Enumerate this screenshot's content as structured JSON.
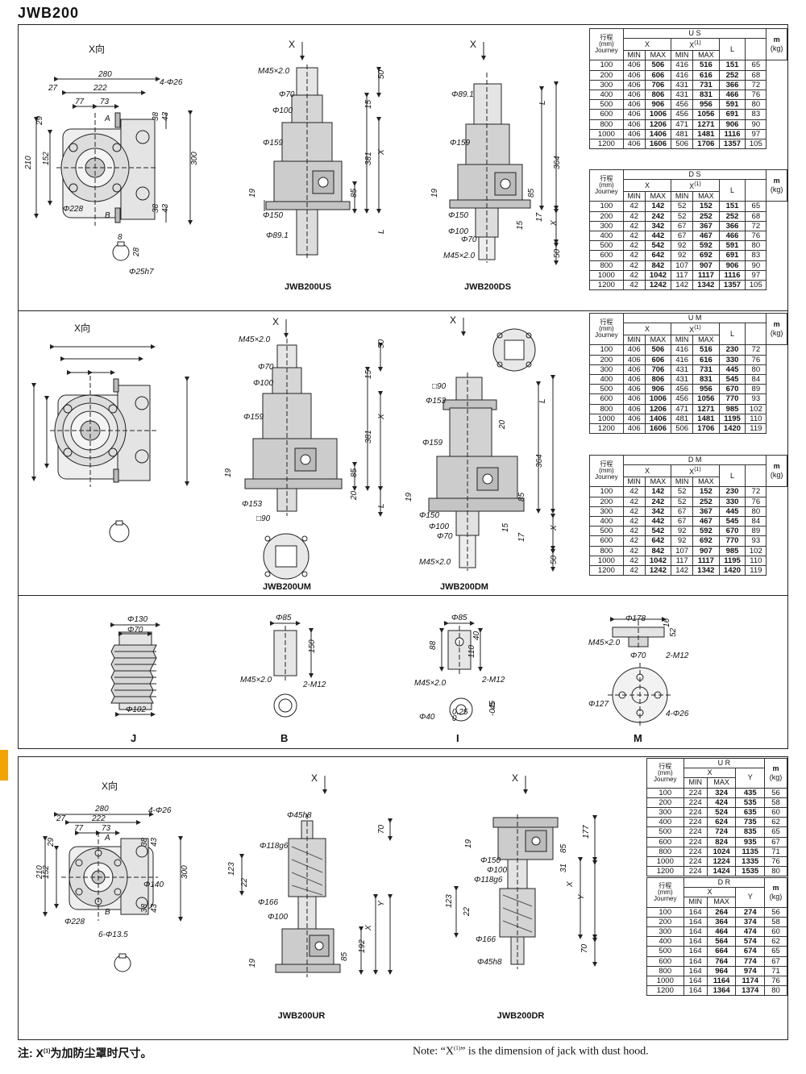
{
  "page_title": "JWB200",
  "labels": {
    "x_dir": "X向",
    "x_arrow": "X",
    "models": {
      "us": "JWB200US",
      "ds": "JWB200DS",
      "um": "JWB200UM",
      "dm": "JWB200DM",
      "ur": "JWB200UR",
      "dr": "JWB200DR"
    },
    "accessories": [
      "J",
      "B",
      "I",
      "M"
    ]
  },
  "dims": {
    "top_view": [
      "280",
      "222",
      "27",
      "77",
      "73",
      "4-Φ26",
      "29",
      "152",
      "210",
      "38",
      "43",
      "300",
      "38",
      "43",
      "A",
      "B",
      "Φ228"
    ],
    "key": [
      "8",
      "28",
      "Φ25h7"
    ],
    "us": [
      "M45×2.0",
      "50",
      "Φ70",
      "15",
      "Φ100",
      "Φ159",
      "X",
      "381",
      "19",
      "85",
      "Φ150",
      "L",
      "Φ89.1"
    ],
    "ds": [
      "L",
      "Φ89.1",
      "Φ159",
      "364",
      "19",
      "85",
      "Φ150",
      "Φ100",
      "15",
      "17",
      "Φ70",
      "X",
      "M45×2.0",
      "50"
    ],
    "um": [
      "M45×2.0",
      "50",
      "Φ70",
      "15",
      "Φ100",
      "Φ159",
      "381",
      "X",
      "19",
      "85",
      "20",
      "Φ153",
      "L",
      "□90"
    ],
    "dm": [
      "□90",
      "Φ153",
      "L",
      "20",
      "Φ159",
      "364",
      "19",
      "85",
      "Φ150",
      "Φ100",
      "15",
      "17",
      "Φ70",
      "X",
      "M45×2.0",
      "50"
    ],
    "ur_top": [
      "280",
      "222",
      "27",
      "77",
      "73",
      "4-Φ26",
      "29",
      "152",
      "210",
      "38",
      "43",
      "300",
      "38",
      "43",
      "Φ140",
      "Φ228",
      "6-Φ13.5",
      "A",
      "B"
    ],
    "ur": [
      "Φ45h8",
      "70",
      "Φ118g6",
      "123",
      "22",
      "Φ166",
      "Φ100",
      "Y",
      "X",
      "192",
      "19",
      "85"
    ],
    "dr": [
      "19",
      "85",
      "177",
      "Φ150",
      "Φ100",
      "Φ118g6",
      "31",
      "X",
      "Y",
      "123",
      "22",
      "Φ166",
      "Φ45h8",
      "70"
    ],
    "acc_j": [
      "Φ130",
      "Φ70",
      "Φ102"
    ],
    "acc_b": [
      "Φ85",
      "150",
      "M45×2.0",
      "2-M12"
    ],
    "acc_i": [
      "Φ85",
      "88",
      "40",
      "110",
      "M45×2.0",
      "2-M12",
      "Φ40",
      "0.25",
      "0",
      "45",
      "-0.5"
    ],
    "acc_m": [
      "Φ178",
      "16",
      "52",
      "M45×2.0",
      "Φ70",
      "2-M12",
      "Φ127",
      "4-Φ26"
    ]
  },
  "table_headers": {
    "stroke_cn": "行程",
    "stroke_unit": "(mm)",
    "stroke_en": "Journey",
    "x": "X",
    "x1": "X",
    "x1_sup": "(1)",
    "min": "MIN",
    "max": "MAX",
    "l": "L",
    "y": "Y",
    "m": "m",
    "kg": "(kg)"
  },
  "tables": {
    "us": {
      "name": "U S",
      "rows": [
        [
          "100",
          "406",
          "506",
          "416",
          "516",
          "151",
          "65"
        ],
        [
          "200",
          "406",
          "606",
          "416",
          "616",
          "252",
          "68"
        ],
        [
          "300",
          "406",
          "706",
          "431",
          "731",
          "366",
          "72"
        ],
        [
          "400",
          "406",
          "806",
          "431",
          "831",
          "466",
          "76"
        ],
        [
          "500",
          "406",
          "906",
          "456",
          "956",
          "591",
          "80"
        ],
        [
          "600",
          "406",
          "1006",
          "456",
          "1056",
          "691",
          "83"
        ],
        [
          "800",
          "406",
          "1206",
          "471",
          "1271",
          "906",
          "90"
        ],
        [
          "1000",
          "406",
          "1406",
          "481",
          "1481",
          "1116",
          "97"
        ],
        [
          "1200",
          "406",
          "1606",
          "506",
          "1706",
          "1357",
          "105"
        ]
      ]
    },
    "ds": {
      "name": "D S",
      "rows": [
        [
          "100",
          "42",
          "142",
          "52",
          "152",
          "151",
          "65"
        ],
        [
          "200",
          "42",
          "242",
          "52",
          "252",
          "252",
          "68"
        ],
        [
          "300",
          "42",
          "342",
          "67",
          "367",
          "366",
          "72"
        ],
        [
          "400",
          "42",
          "442",
          "67",
          "467",
          "466",
          "76"
        ],
        [
          "500",
          "42",
          "542",
          "92",
          "592",
          "591",
          "80"
        ],
        [
          "600",
          "42",
          "642",
          "92",
          "692",
          "691",
          "83"
        ],
        [
          "800",
          "42",
          "842",
          "107",
          "907",
          "906",
          "90"
        ],
        [
          "1000",
          "42",
          "1042",
          "117",
          "1117",
          "1116",
          "97"
        ],
        [
          "1200",
          "42",
          "1242",
          "142",
          "1342",
          "1357",
          "105"
        ]
      ]
    },
    "um": {
      "name": "U M",
      "rows": [
        [
          "100",
          "406",
          "506",
          "416",
          "516",
          "230",
          "72"
        ],
        [
          "200",
          "406",
          "606",
          "416",
          "616",
          "330",
          "76"
        ],
        [
          "300",
          "406",
          "706",
          "431",
          "731",
          "445",
          "80"
        ],
        [
          "400",
          "406",
          "806",
          "431",
          "831",
          "545",
          "84"
        ],
        [
          "500",
          "406",
          "906",
          "456",
          "956",
          "670",
          "89"
        ],
        [
          "600",
          "406",
          "1006",
          "456",
          "1056",
          "770",
          "93"
        ],
        [
          "800",
          "406",
          "1206",
          "471",
          "1271",
          "985",
          "102"
        ],
        [
          "1000",
          "406",
          "1406",
          "481",
          "1481",
          "1195",
          "110"
        ],
        [
          "1200",
          "406",
          "1606",
          "506",
          "1706",
          "1420",
          "119"
        ]
      ]
    },
    "dm": {
      "name": "D M",
      "rows": [
        [
          "100",
          "42",
          "142",
          "52",
          "152",
          "230",
          "72"
        ],
        [
          "200",
          "42",
          "242",
          "52",
          "252",
          "330",
          "76"
        ],
        [
          "300",
          "42",
          "342",
          "67",
          "367",
          "445",
          "80"
        ],
        [
          "400",
          "42",
          "442",
          "67",
          "467",
          "545",
          "84"
        ],
        [
          "500",
          "42",
          "542",
          "92",
          "592",
          "670",
          "89"
        ],
        [
          "600",
          "42",
          "642",
          "92",
          "692",
          "770",
          "93"
        ],
        [
          "800",
          "42",
          "842",
          "107",
          "907",
          "985",
          "102"
        ],
        [
          "1000",
          "42",
          "1042",
          "117",
          "1117",
          "1195",
          "110"
        ],
        [
          "1200",
          "42",
          "1242",
          "142",
          "1342",
          "1420",
          "119"
        ]
      ]
    },
    "ur": {
      "name": "U R",
      "rows": [
        [
          "100",
          "224",
          "324",
          "435",
          "56"
        ],
        [
          "200",
          "224",
          "424",
          "535",
          "58"
        ],
        [
          "300",
          "224",
          "524",
          "635",
          "60"
        ],
        [
          "400",
          "224",
          "624",
          "735",
          "62"
        ],
        [
          "500",
          "224",
          "724",
          "835",
          "65"
        ],
        [
          "600",
          "224",
          "824",
          "935",
          "67"
        ],
        [
          "800",
          "224",
          "1024",
          "1135",
          "71"
        ],
        [
          "1000",
          "224",
          "1224",
          "1335",
          "76"
        ],
        [
          "1200",
          "224",
          "1424",
          "1535",
          "80"
        ]
      ]
    },
    "dr": {
      "name": "D R",
      "rows": [
        [
          "100",
          "164",
          "264",
          "274",
          "56"
        ],
        [
          "200",
          "164",
          "364",
          "374",
          "58"
        ],
        [
          "300",
          "164",
          "464",
          "474",
          "60"
        ],
        [
          "400",
          "164",
          "564",
          "574",
          "62"
        ],
        [
          "500",
          "164",
          "664",
          "674",
          "65"
        ],
        [
          "600",
          "164",
          "764",
          "774",
          "67"
        ],
        [
          "800",
          "164",
          "964",
          "974",
          "71"
        ],
        [
          "1000",
          "164",
          "1164",
          "1174",
          "76"
        ],
        [
          "1200",
          "164",
          "1364",
          "1374",
          "80"
        ]
      ]
    }
  },
  "notes": {
    "cn_prefix": "注:",
    "cn_x": "X",
    "cn_sup": "(1)",
    "cn_text": "为加防尘罩时尺寸。",
    "en_prefix": "Note: “X",
    "en_sup": "(1)",
    "en_text": "” is the dimension of jack with dust hood."
  },
  "colors": {
    "line": "#222222",
    "body": "#d9d9d9",
    "accent_tab": "#f2a300"
  }
}
